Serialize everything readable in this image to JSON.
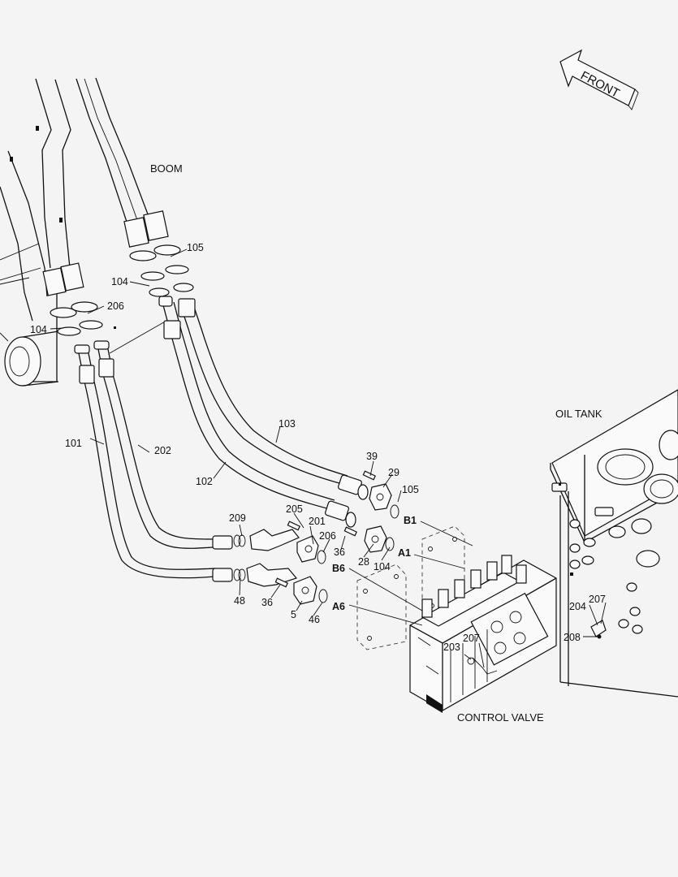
{
  "direction": {
    "label": "FRONT"
  },
  "assemblies": {
    "boom": "BOOM",
    "oil_tank": "OIL TANK",
    "control_valve": "CONTROL VALVE"
  },
  "part_numbers": {
    "p101": "101",
    "p102": "102",
    "p103": "103",
    "p104a": "104",
    "p104b": "104",
    "p104c": "104",
    "p105a": "105",
    "p105b": "105",
    "p206a": "206",
    "p206b": "206",
    "p202": "202",
    "p39": "39",
    "p29": "29",
    "p205": "205",
    "p201": "201",
    "p209": "209",
    "p36a": "36",
    "p36b": "36",
    "p28": "28",
    "p48": "48",
    "p5": "5",
    "p46": "46",
    "p203": "203",
    "p207a": "207",
    "p207b": "207",
    "p204": "204",
    "p208": "208"
  },
  "ports": {
    "b1": "B1",
    "a1": "A1",
    "b6": "B6",
    "a6": "A6"
  }
}
